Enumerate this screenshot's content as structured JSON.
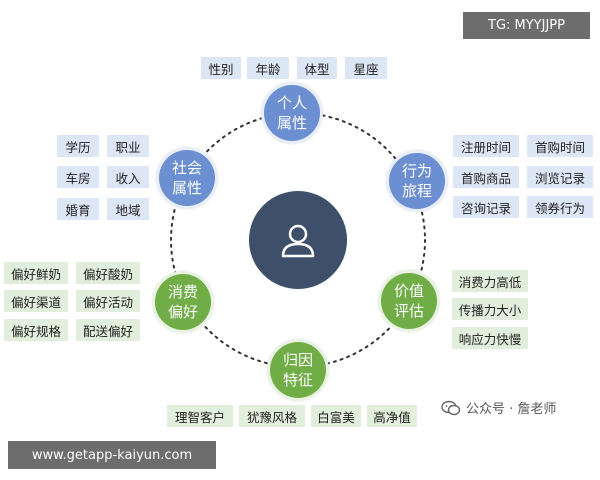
{
  "center_icon": "user-icon",
  "colors": {
    "blue_node": "#6b8fd1",
    "green_node": "#70ad47",
    "center": "#3e4f6a",
    "blue_tag": "#dde6f4",
    "green_tag": "#e1eedb"
  },
  "nodes": {
    "personal": {
      "line1": "个人",
      "line2": "属性",
      "tags": [
        "性别",
        "年龄",
        "体型",
        "星座"
      ]
    },
    "behavior": {
      "line1": "行为",
      "line2": "旅程",
      "tags": [
        "注册时间",
        "首购时间",
        "首购商品",
        "浏览记录",
        "咨询记录",
        "领券行为"
      ]
    },
    "value": {
      "line1": "价值",
      "line2": "评估",
      "tags": [
        "消费力高低",
        "传播力大小",
        "响应力快慢"
      ]
    },
    "attribution": {
      "line1": "归因",
      "line2": "特征",
      "tags": [
        "理智客户",
        "犹豫风格",
        "白富美",
        "高净值"
      ]
    },
    "consumption": {
      "line1": "消费",
      "line2": "偏好",
      "tags": [
        "偏好鲜奶",
        "偏好酸奶",
        "偏好渠道",
        "偏好活动",
        "偏好规格",
        "配送偏好"
      ]
    },
    "social": {
      "line1": "社会",
      "line2": "属性",
      "tags": [
        "学历",
        "职业",
        "车房",
        "收入",
        "婚育",
        "地域"
      ]
    }
  },
  "watermarks": {
    "top": "TG: MYYJJPP",
    "bottom": "www.getapp-kaiyun.com"
  },
  "author": {
    "icon": "wechat-icon",
    "text": "公众号 · 詹老师"
  }
}
